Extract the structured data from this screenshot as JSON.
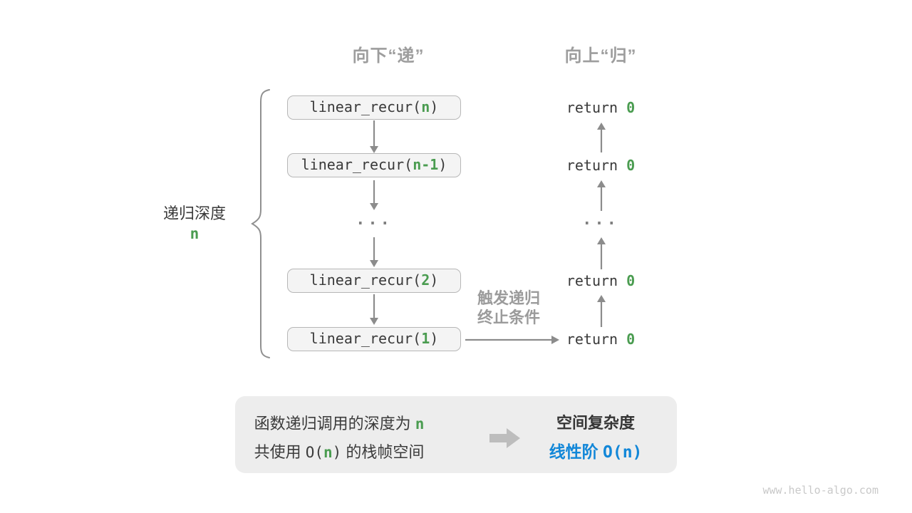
{
  "colors": {
    "green_accent": "#4a9c50",
    "blue_accent": "#1287d8",
    "gray_label": "#9d9d9d",
    "arrow_gray": "#8c8c8c",
    "box_fill": "#f4f4f4",
    "box_border": "#b7b7b7",
    "summary_fill": "#ededed"
  },
  "headers": {
    "down": "向下“递”",
    "up": "向上“归”"
  },
  "depth_label": {
    "text": "递归深度",
    "value": "n"
  },
  "call_stack": {
    "boxes": [
      {
        "pre": "linear_recur(",
        "arg": "n",
        "post": ")"
      },
      {
        "pre": "linear_recur(",
        "arg": "n-1",
        "post": ")"
      },
      {
        "pre": "linear_recur(",
        "arg": "2",
        "post": ")"
      },
      {
        "pre": "linear_recur(",
        "arg": "1",
        "post": ")"
      }
    ],
    "ellipsis": "..."
  },
  "returns": {
    "items": [
      {
        "pre": "return ",
        "val": "0"
      },
      {
        "pre": "return ",
        "val": "0"
      },
      {
        "pre": "return ",
        "val": "0"
      },
      {
        "pre": "return ",
        "val": "0"
      }
    ],
    "ellipsis": "..."
  },
  "trigger_label": {
    "line1": "触发递归",
    "line2": "终止条件"
  },
  "summary": {
    "line1_pre": "函数递归调用的深度为 ",
    "line1_val": "n",
    "line2_pre": "共使用 ",
    "line2_o_open": "O(",
    "line2_val": "n",
    "line2_o_close": ")",
    "line2_post": " 的栈帧空间",
    "title": "空间复杂度",
    "result_label": "线性阶 ",
    "result_value": "O(n)"
  },
  "watermark": "www.hello-algo.com"
}
